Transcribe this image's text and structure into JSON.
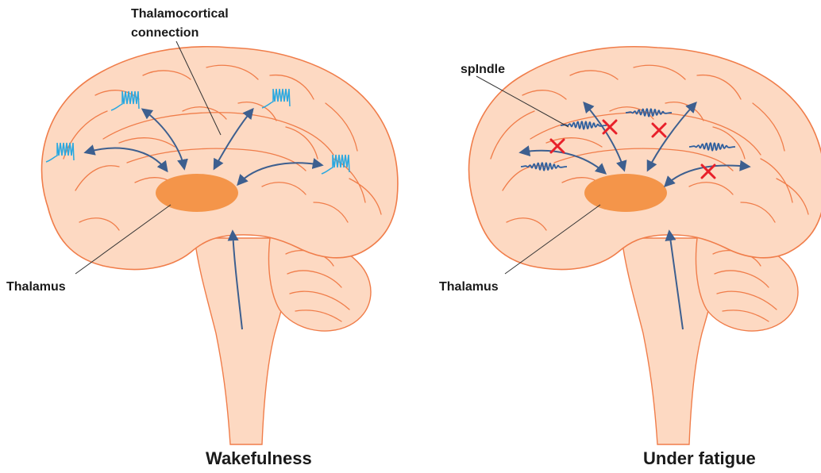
{
  "labels": {
    "thalamocortical_line1": "Thalamocortical",
    "thalamocortical_line2": "connection",
    "thalamus_left": "Thalamus",
    "thalamus_right": "Thalamus",
    "spindle": "spIndle",
    "caption_left": "Wakefulness",
    "caption_right": "Under fatigue"
  },
  "colors": {
    "brain_fill": "#fdd9c2",
    "brain_outline": "#f07d4a",
    "thalamus": "#f4954a",
    "arrows": "#3d5f8f",
    "spikes": "#29a8e0",
    "spindle_waves": "#2e5f9e",
    "blocked_marks": "#e8202a"
  },
  "icons": {
    "spike_train": "firing-spike-train-icon",
    "spindle_wave": "spindle-oscillation-icon",
    "blocked": "red-x-icon"
  }
}
